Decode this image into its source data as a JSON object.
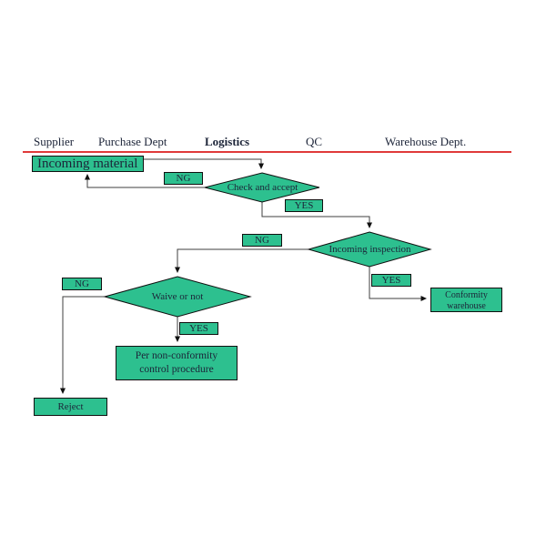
{
  "header": {
    "lanes": [
      {
        "label": "Supplier"
      },
      {
        "label": "Purchase Dept"
      },
      {
        "label": "Logistics"
      },
      {
        "label": "QC"
      },
      {
        "label": "Warehouse Dept."
      }
    ]
  },
  "flowchart": {
    "nodes": {
      "incoming_material": {
        "label": "Incoming material"
      },
      "check_and_accept": {
        "label": "Check and accept"
      },
      "incoming_inspection": {
        "label": "Incoming inspection"
      },
      "waive_or_not": {
        "label": "Waive or not"
      },
      "per_nonconformity": {
        "line1": "Per non-conformity",
        "line2": "control procedure"
      },
      "conformity_warehouse": {
        "line1": "Conformity",
        "line2": "warehouse"
      },
      "reject": {
        "label": "Reject"
      }
    },
    "edge_labels": {
      "check_ng": "NG",
      "check_yes": "YES",
      "inspection_ng": "NG",
      "inspection_yes": "YES",
      "waive_ng": "NG",
      "waive_yes": "YES"
    },
    "colors": {
      "shape_fill": "#2dc08f",
      "shape_border": "#101010",
      "divider_red": "#e03a3a",
      "text": "#1c2438",
      "connector": "#3f3f3f"
    }
  }
}
